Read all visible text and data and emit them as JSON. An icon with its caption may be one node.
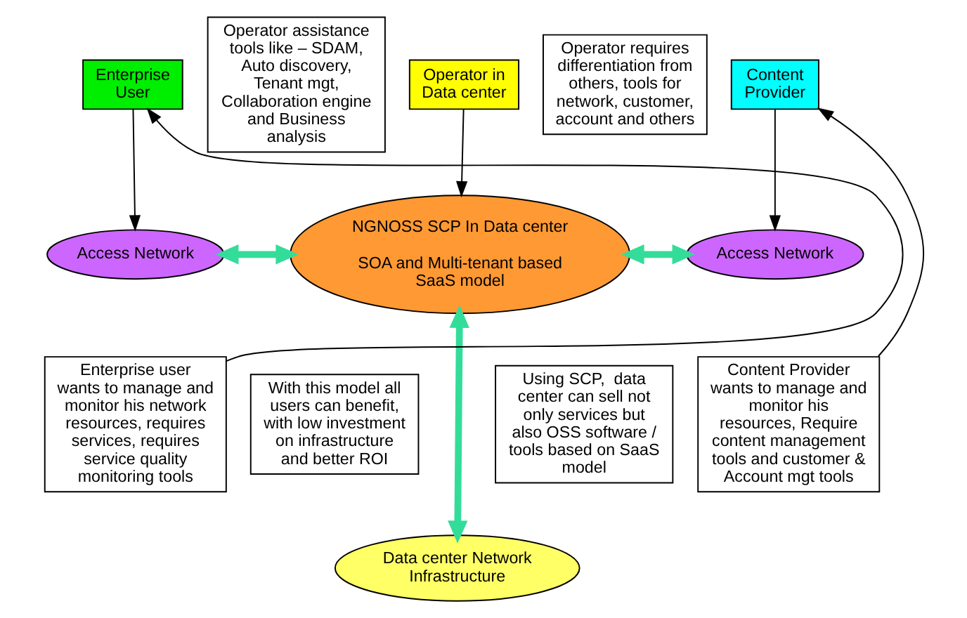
{
  "diagram": {
    "nodes": [
      {
        "text": [
          "Enterprise User"
        ]
      },
      {
        "text": [
          "Operator assistance tools like – SDAM, Auto discovery, Tenant mgt, Collaboration engine and Business analysis"
        ]
      },
      {
        "text": [
          "Operator in Data center"
        ]
      },
      {
        "text": [
          "Operator requires differentiation from others, tools for network, customer, account and others"
        ]
      },
      {
        "text": [
          "Content Provider"
        ]
      },
      {
        "text": [
          "Access Network"
        ]
      },
      {
        "text": [
          "NGNOSS SCP In Data center",
          "SOA and Multi-tenant based SaaS model"
        ]
      },
      {
        "text": [
          "Access Network"
        ]
      },
      {
        "text": [
          "Enterprise user wants to manage and monitor his network resources, requires services, requires service quality monitoring tools"
        ]
      },
      {
        "text": [
          "With this model all users can benefit, with low investment on infrastructure and better ROI"
        ]
      },
      {
        "text": [
          "Using SCP,  data center can sell not only services but also OSS software / tools based on SaaS model"
        ]
      },
      {
        "text": [
          "Content Provider wants to manage and monitor his resources, Require content management tools and customer & Account mgt tools"
        ]
      },
      {
        "text": [
          "Data center Network Infrastructure"
        ]
      }
    ],
    "edges": [
      {
        "from": 8,
        "to": 0,
        "arrow": "to"
      },
      {
        "from": 0,
        "to": 5,
        "arrow": "to"
      },
      {
        "from": 2,
        "to": 6,
        "arrow": "to"
      },
      {
        "from": 4,
        "to": 7,
        "arrow": "to"
      },
      {
        "from": 11,
        "to": 4,
        "arrow": "to"
      },
      {
        "from": 5,
        "to": 6,
        "arrow": "both",
        "style": "thick",
        "color": "#33dd99"
      },
      {
        "from": 6,
        "to": 7,
        "arrow": "both",
        "style": "thick",
        "color": "#33dd99"
      },
      {
        "from": 6,
        "to": 12,
        "arrow": "both",
        "style": "thick",
        "color": "#33dd99"
      }
    ]
  }
}
